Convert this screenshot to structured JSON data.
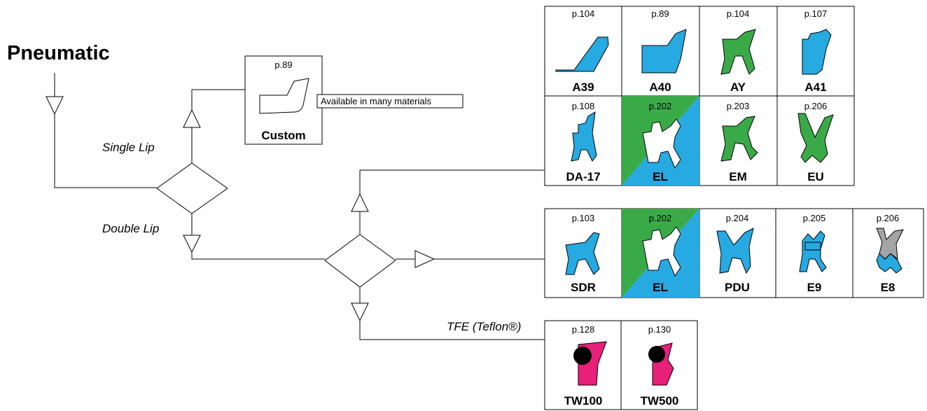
{
  "title": "Pneumatic",
  "branches": {
    "single": "Single Lip",
    "double": "Double Lip",
    "tfe": "TFE (Teflon®)"
  },
  "colors": {
    "blue": "#27a9e1",
    "green": "#3aaa49",
    "magenta": "#e8207a",
    "gray": "#a4a4a4",
    "black": "#000000"
  },
  "custom": {
    "page": "p.89",
    "name": "Custom",
    "note": "Available in many materials"
  },
  "rows": {
    "row1": [
      {
        "page": "p.104",
        "name": "A39",
        "color": "blue",
        "icon": "seal-a39-icon"
      },
      {
        "page": "p.89",
        "name": "A40",
        "color": "blue",
        "icon": "seal-a40-icon"
      },
      {
        "page": "p.104",
        "name": "AY",
        "color": "green",
        "icon": "seal-ay-icon"
      },
      {
        "page": "p.107",
        "name": "A41",
        "color": "blue",
        "icon": "seal-a41-icon"
      }
    ],
    "row2": [
      {
        "page": "p.108",
        "name": "DA-17",
        "color": "blue",
        "icon": "seal-da17-icon"
      },
      {
        "page": "p.202",
        "name": "EL",
        "color": "green/blue",
        "icon": "seal-el-icon"
      },
      {
        "page": "p.203",
        "name": "EM",
        "color": "green",
        "icon": "seal-em-icon"
      },
      {
        "page": "p.206",
        "name": "EU",
        "color": "green",
        "icon": "seal-eu-icon"
      }
    ],
    "row3": [
      {
        "page": "p.103",
        "name": "SDR",
        "color": "blue",
        "icon": "seal-sdr-icon"
      },
      {
        "page": "p.202",
        "name": "EL",
        "color": "green/blue",
        "icon": "seal-el-icon"
      },
      {
        "page": "p.204",
        "name": "PDU",
        "color": "blue",
        "icon": "seal-pdu-icon"
      },
      {
        "page": "p.205",
        "name": "E9",
        "color": "blue",
        "icon": "seal-e9-icon"
      },
      {
        "page": "p.206",
        "name": "E8",
        "color": "blue/gray",
        "icon": "seal-e8-icon"
      }
    ],
    "row4": [
      {
        "page": "p.128",
        "name": "TW100",
        "color": "magenta",
        "icon": "seal-tw100-icon"
      },
      {
        "page": "p.130",
        "name": "TW500",
        "color": "magenta",
        "icon": "seal-tw500-icon"
      }
    ]
  }
}
